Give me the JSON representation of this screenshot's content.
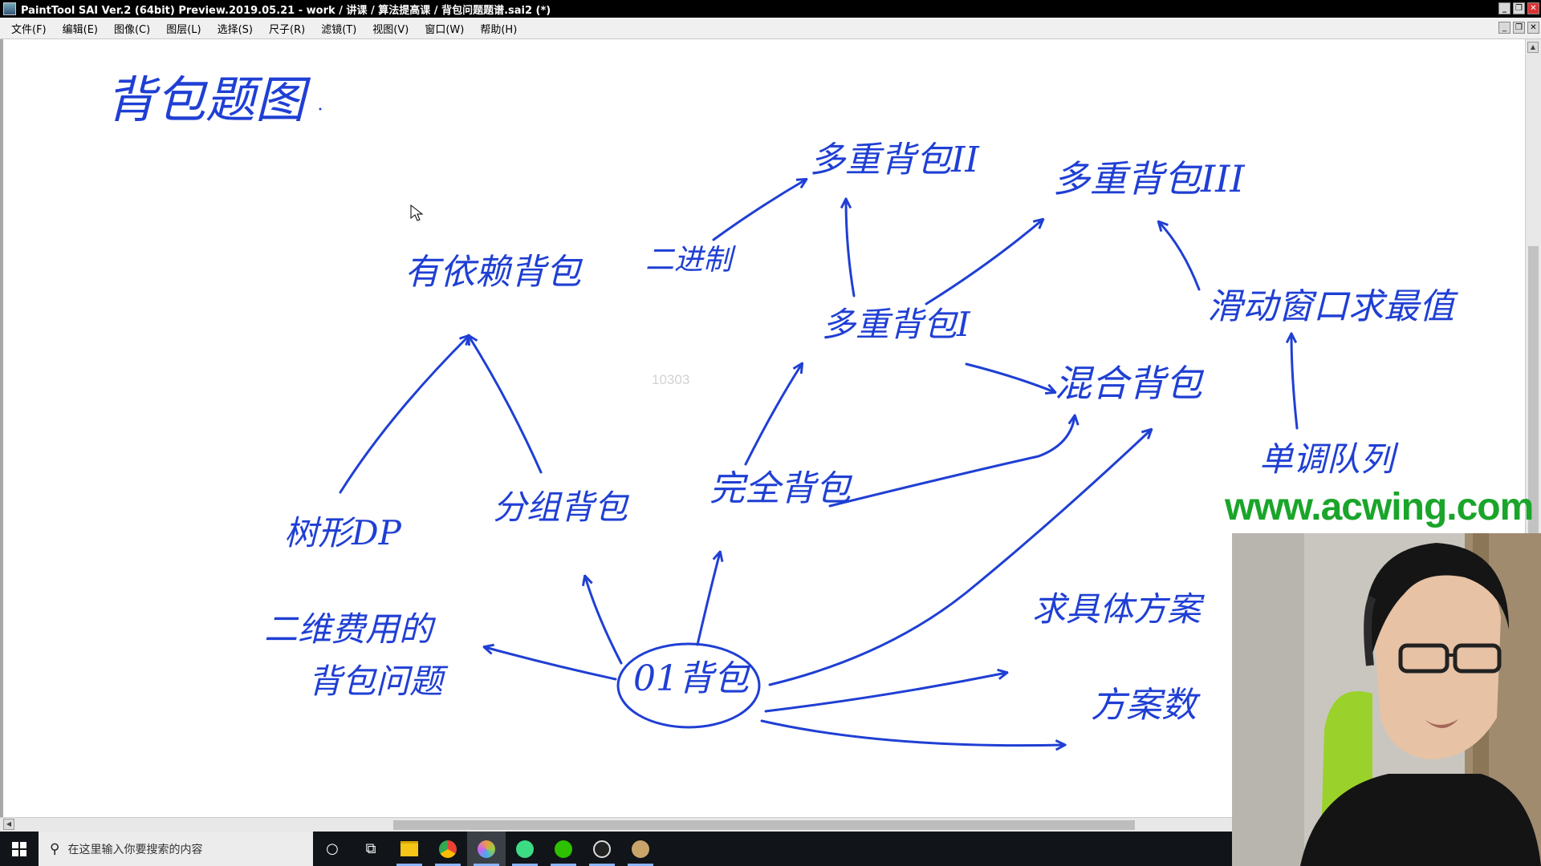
{
  "window": {
    "title": "PaintTool SAI Ver.2 (64bit) Preview.2019.05.21 - work / 讲课 / 算法提高课 / 背包问题题谱.sai2 (*)"
  },
  "menu": [
    "文件(F)",
    "编辑(E)",
    "图像(C)",
    "图层(L)",
    "选择(S)",
    "尺子(R)",
    "滤镜(T)",
    "视图(V)",
    "窗口(W)",
    "帮助(H)"
  ],
  "canvas": {
    "watermark_number": "10303",
    "ink_color": "#1f3fd4",
    "handwritten": {
      "title": "背包题图",
      "dependent": "有依赖背包",
      "binary": "二进制",
      "multi2": "多重背包II",
      "multi3": "多重背包III",
      "multi1": "多重背包I",
      "sliding": "滑动窗口求最值",
      "mixed": "混合背包",
      "monoqueue": "单调队列",
      "treedp": "树形DP",
      "group": "分组背包",
      "complete": "完全背包",
      "twodim_line1": "二维费用的",
      "twodim_line2": "背包问题",
      "zeroone": "01背包",
      "plan": "求具体方案",
      "count": "方案数"
    }
  },
  "overlay": {
    "brand": "www.acwing.com",
    "brand_color": "#1aa52a"
  },
  "taskbar": {
    "search_placeholder": "在这里输入你要搜索的内容",
    "apps": [
      "task-view",
      "file-explorer",
      "chrome",
      "paint-tool-sai",
      "android-studio",
      "wechat",
      "obs",
      "paint-tool"
    ]
  }
}
